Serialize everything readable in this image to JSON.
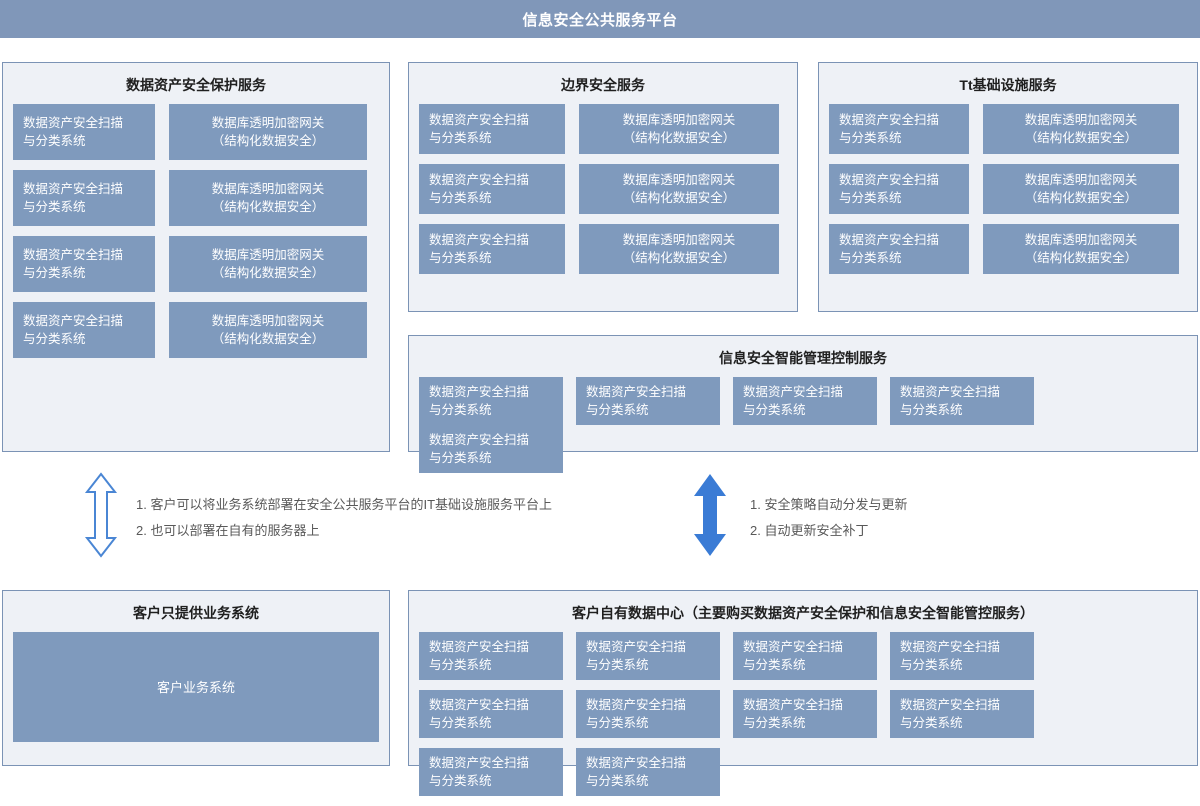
{
  "header": {
    "title": "信息安全公共服务平台",
    "bar_color": "#8097b9"
  },
  "colors": {
    "panel_fill": "#eef1f6",
    "panel_border": "#7b93b5",
    "cell_fill": "#7f9abd",
    "cell_text": "#ffffff",
    "arrow_solid": "#3a7bd5",
    "arrow_outline": "#4a86d4"
  },
  "labels": {
    "scan": "数据资产安全扫描\n与分类系统",
    "scan_line1": "数据资产安全扫描",
    "scan_line2": "与分类系统",
    "gateway_line1": "数据库透明加密网关",
    "gateway_line2": "（结构化数据安全）"
  },
  "panels": {
    "data_asset": {
      "title": "数据资产安全保护服务",
      "rows": [
        [
          "数据资产安全扫描\n与分类系统",
          "数据库透明加密网关\n（结构化数据安全）"
        ],
        [
          "数据资产安全扫描\n与分类系统",
          "数据库透明加密网关\n（结构化数据安全）"
        ],
        [
          "数据资产安全扫描\n与分类系统",
          "数据库透明加密网关\n（结构化数据安全）"
        ],
        [
          "数据资产安全扫描\n与分类系统",
          "数据库透明加密网关\n（结构化数据安全）"
        ]
      ]
    },
    "boundary": {
      "title": "边界安全服务",
      "rows": [
        [
          "数据资产安全扫描\n与分类系统",
          "数据库透明加密网关\n（结构化数据安全）"
        ],
        [
          "数据资产安全扫描\n与分类系统",
          "数据库透明加密网关\n（结构化数据安全）"
        ],
        [
          "数据资产安全扫描\n与分类系统",
          "数据库透明加密网关\n（结构化数据安全）"
        ]
      ]
    },
    "infrastructure": {
      "title": "Tt基础设施服务",
      "rows": [
        [
          "数据资产安全扫描\n与分类系统",
          "数据库透明加密网关\n（结构化数据安全）"
        ],
        [
          "数据资产安全扫描\n与分类系统",
          "数据库透明加密网关\n（结构化数据安全）"
        ],
        [
          "数据资产安全扫描\n与分类系统",
          "数据库透明加密网关\n（结构化数据安全）"
        ]
      ]
    },
    "intelligent_management": {
      "title": "信息安全智能管理控制服务",
      "cells": [
        "数据资产安全扫描\n与分类系统",
        "数据资产安全扫描\n与分类系统",
        "数据资产安全扫描\n与分类系统",
        "数据资产安全扫描\n与分类系统",
        "数据资产安全扫描\n与分类系统"
      ]
    },
    "customer_business": {
      "title": "客户只提供业务系统",
      "big_box_label": "客户业务系统"
    },
    "customer_datacenter": {
      "title": "客户自有数据中心（主要购买数据资产安全保护和信息安全智能管控服务）",
      "cells": [
        "数据资产安全扫描\n与分类系统",
        "数据资产安全扫描\n与分类系统",
        "数据资产安全扫描\n与分类系统",
        "数据资产安全扫描\n与分类系统",
        "数据资产安全扫描\n与分类系统",
        "数据资产安全扫描\n与分类系统",
        "数据资产安全扫描\n与分类系统",
        "数据资产安全扫描\n与分类系统",
        "数据资产安全扫描\n与分类系统",
        "数据资产安全扫描\n与分类系统"
      ]
    }
  },
  "annotations": {
    "left": {
      "arrow_style": "outline-double-arrow-vertical",
      "notes": [
        "1. 客户可以将业务系统部署在安全公共服务平台的IT基础设施服务平台上",
        "2. 也可以部署在自有的服务器上"
      ]
    },
    "right": {
      "arrow_style": "solid-double-arrow-vertical",
      "notes": [
        "1. 安全策略自动分发与更新",
        "2. 自动更新安全补丁"
      ]
    }
  }
}
